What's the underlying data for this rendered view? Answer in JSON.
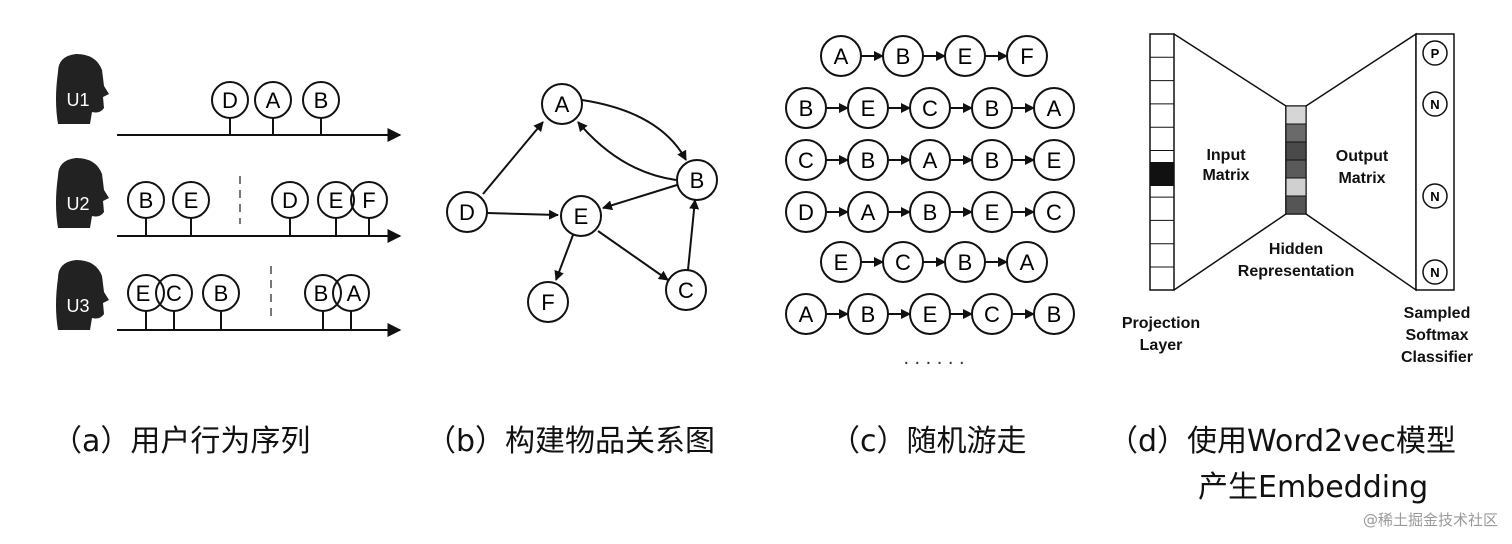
{
  "users": [
    "U1",
    "U2",
    "U3"
  ],
  "sequences": {
    "u1": [
      "D",
      "A",
      "B"
    ],
    "u2_left": [
      "B",
      "E"
    ],
    "u2_right": [
      "D",
      "E",
      "F"
    ],
    "u3_left": [
      "E",
      "C",
      "B"
    ],
    "u3_right": [
      "B",
      "A"
    ]
  },
  "graph": {
    "nodes": [
      "A",
      "B",
      "D",
      "E",
      "F",
      "C"
    ],
    "edges": [
      [
        "D",
        "A"
      ],
      [
        "A",
        "B"
      ],
      [
        "B",
        "A"
      ],
      [
        "D",
        "E"
      ],
      [
        "B",
        "E"
      ],
      [
        "E",
        "F"
      ],
      [
        "E",
        "C"
      ],
      [
        "C",
        "B"
      ]
    ]
  },
  "walks": [
    [
      "A",
      "B",
      "E",
      "F"
    ],
    [
      "B",
      "E",
      "C",
      "B",
      "A"
    ],
    [
      "C",
      "B",
      "A",
      "B",
      "E"
    ],
    [
      "D",
      "A",
      "B",
      "E",
      "C"
    ],
    [
      "E",
      "C",
      "B",
      "A"
    ],
    [
      "A",
      "B",
      "E",
      "C",
      "B"
    ]
  ],
  "walk_ellipsis": ". . . . . .",
  "w2v": {
    "input_label": [
      "Input",
      "Matrix"
    ],
    "output_label": [
      "Output",
      "Matrix"
    ],
    "hidden_label": [
      "Hidden",
      "Representation"
    ],
    "projection_label": [
      "Projection",
      "Layer"
    ],
    "classifier_label": [
      "Sampled",
      "Softmax",
      "Classifier"
    ],
    "output_nodes": [
      "P",
      "N",
      "N",
      "N"
    ]
  },
  "captions": {
    "a": "（a）用户行为序列",
    "b": "（b）构建物品关系图",
    "c": "（c）随机游走",
    "d1": "（d）使用Word2vec模型",
    "d2": "产生Embedding"
  },
  "watermark": "@稀土掘金技术社区"
}
